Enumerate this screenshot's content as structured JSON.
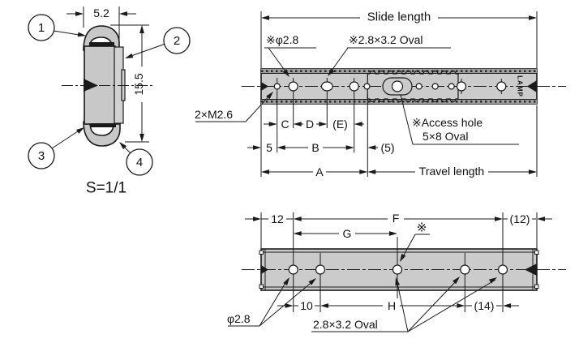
{
  "drawing": {
    "scale_label": "S=1/1",
    "brand_logo": "LAMP",
    "colors": {
      "line": "#1a1a1a",
      "metal_fill": "#cbcbcb",
      "band_fill": "#9e9e9e"
    },
    "section_view": {
      "callout_1": "1",
      "callout_2": "2",
      "callout_3": "3",
      "callout_4": "4",
      "dim_width": "5.2",
      "dim_height": "15.5"
    },
    "top_view": {
      "dim_slide_length": "Slide length",
      "label_hole_dia": "※φ2.8",
      "label_hole_oval": "※2.8×3.2 Oval",
      "label_screw_holes": "2×M2.6",
      "label_access_hole_line1": "※Access hole",
      "label_access_hole_line2": "5×8 Oval",
      "dim_c": "C",
      "dim_d": "D",
      "dim_e": "(E)",
      "dim_5": "5",
      "dim_b": "B",
      "dim_5_paren": "(5)",
      "dim_a": "A",
      "dim_travel": "Travel length"
    },
    "bottom_view": {
      "dim_12": "12",
      "dim_f": "F",
      "dim_12_paren": "(12)",
      "dim_g": "G",
      "ref_mark": "※",
      "dim_10": "10",
      "dim_h": "H",
      "dim_14_paren": "(14)",
      "label_hole_dia": "φ2.8",
      "label_hole_oval": "2.8×3.2 Oval"
    }
  }
}
